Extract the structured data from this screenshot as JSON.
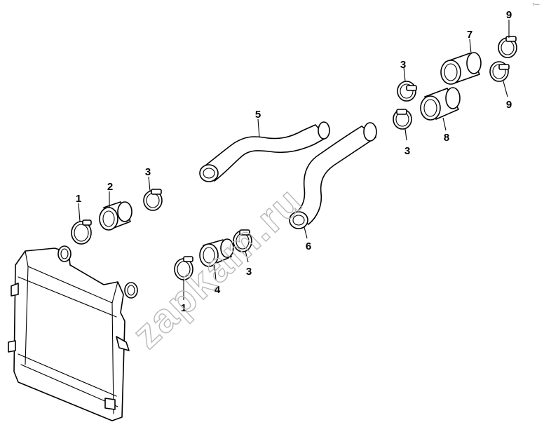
{
  "diagram": {
    "callouts": [
      {
        "id": "c1a",
        "text": "1"
      },
      {
        "id": "c1b",
        "text": "1"
      },
      {
        "id": "c2",
        "text": "2"
      },
      {
        "id": "c3a",
        "text": "3"
      },
      {
        "id": "c3b",
        "text": "3"
      },
      {
        "id": "c3c",
        "text": "3"
      },
      {
        "id": "c3d",
        "text": "3"
      },
      {
        "id": "c4",
        "text": "4"
      },
      {
        "id": "c5",
        "text": "5"
      },
      {
        "id": "c6",
        "text": "6"
      },
      {
        "id": "c7",
        "text": "7"
      },
      {
        "id": "c8",
        "text": "8"
      },
      {
        "id": "c9a",
        "text": "9"
      },
      {
        "id": "c9b",
        "text": "9"
      }
    ],
    "watermark": "zapkam.ru",
    "corner_mark": "г—"
  }
}
